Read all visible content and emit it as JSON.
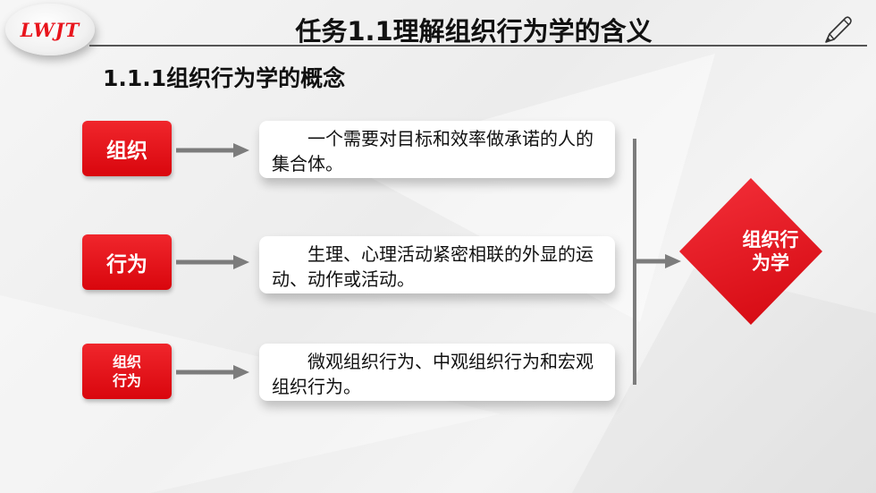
{
  "logo": {
    "text": "LWJT"
  },
  "header": {
    "title": "任务1.1理解组织行为学的含义",
    "subtitle": "1.1.1组织行为学的概念"
  },
  "rows": [
    {
      "tag": "组织",
      "description": "一个需要对目标和效率做承诺的人的集合体。"
    },
    {
      "tag": "行为",
      "description": "生理、心理活动紧密相联的外显的运动、动作或活动。"
    },
    {
      "tag_line1": "组织",
      "tag_line2": "行为",
      "description": "微观组织行为、中观组织行为和宏观组织行为。"
    }
  ],
  "result": {
    "line1": "组织行",
    "line2": "为学"
  },
  "colors": {
    "accent_red": "#e8141c",
    "arrow_gray": "#7c7c7c"
  },
  "icons": {
    "header_right": "pencil-icon"
  }
}
